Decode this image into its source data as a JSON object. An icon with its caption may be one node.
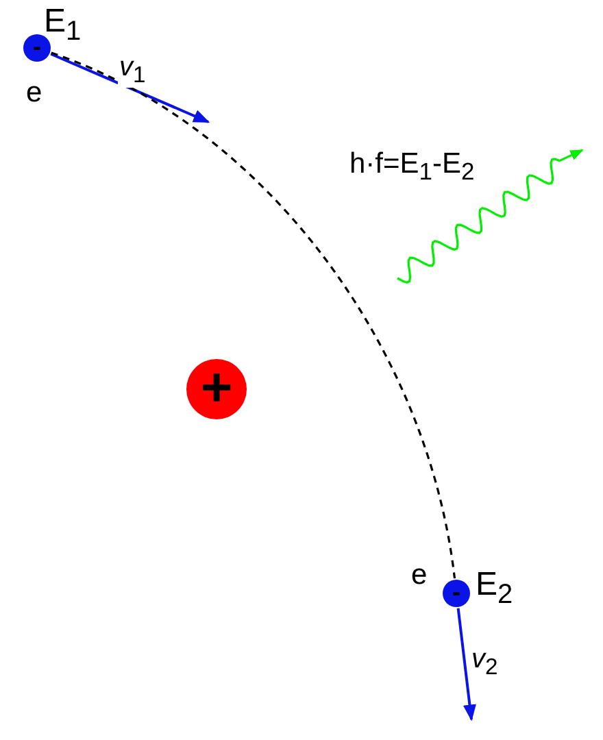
{
  "diagram": {
    "nodes": [
      {
        "text": [
          "-"
        ],
        "beside": [
          "E$_{1}$",
          "e"
        ]
      },
      {
        "text": [
          "+"
        ]
      },
      {
        "text": [
          "-"
        ],
        "beside": [
          "E$_{2}$",
          "e"
        ]
      }
    ],
    "edges": [
      {
        "from": 0,
        "to": null,
        "arrow": "to",
        "label": "*v*$_{1}$"
      },
      {
        "from": 0,
        "to": 2,
        "arrow": "none",
        "style": "dashed",
        "color": "#000000"
      },
      {
        "from": 2,
        "to": null,
        "arrow": "to",
        "label": "*v*$_{2}$"
      }
    ],
    "labels": [
      "h·f=E$_{1}$-E$_{2}$"
    ]
  }
}
